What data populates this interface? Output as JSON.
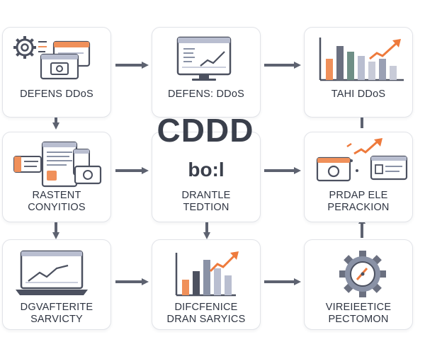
{
  "center": {
    "title": "CDDD",
    "subtitle": "bo:l"
  },
  "nodes": [
    {
      "id": "top-left",
      "line1": "DEFENS DDoS",
      "line2": "",
      "icon": "gear-window-icon"
    },
    {
      "id": "top-middle",
      "line1": "DEFENS: DDoS",
      "line2": "",
      "icon": "monitor-chart-icon"
    },
    {
      "id": "top-right",
      "line1": "TAHI DDoS",
      "line2": "",
      "icon": "bar-chart-icon"
    },
    {
      "id": "middle-left",
      "line1": "RASTENT",
      "line2": "CONYITIOS",
      "icon": "windows-stack-icon"
    },
    {
      "id": "middle-center",
      "line1": "DRANTLE",
      "line2": "TEDTION",
      "icon": ""
    },
    {
      "id": "middle-right",
      "line1": "PRDAP ELE",
      "line2": "PERACKION",
      "icon": "trend-windows-icon"
    },
    {
      "id": "bottom-left",
      "line1": "DGVAFTERITE",
      "line2": "SARVICTY",
      "icon": "laptop-chart-icon"
    },
    {
      "id": "bottom-middle",
      "line1": "DIFCFENICE",
      "line2": "DRAN SARYICS",
      "icon": "bar-trend-icon"
    },
    {
      "id": "bottom-right",
      "line1": "VIREIEETICE",
      "line2": "PECTOMON",
      "icon": "gear-gauge-icon"
    }
  ],
  "colors": {
    "arrow": "#5d6270",
    "orange": "#f0905a",
    "arrow_orange": "#ee7a3c",
    "slate": "#8a92a6",
    "light_slate": "#b9bed0",
    "green": "#6f8f86",
    "card_border": "#e1e3e8"
  }
}
